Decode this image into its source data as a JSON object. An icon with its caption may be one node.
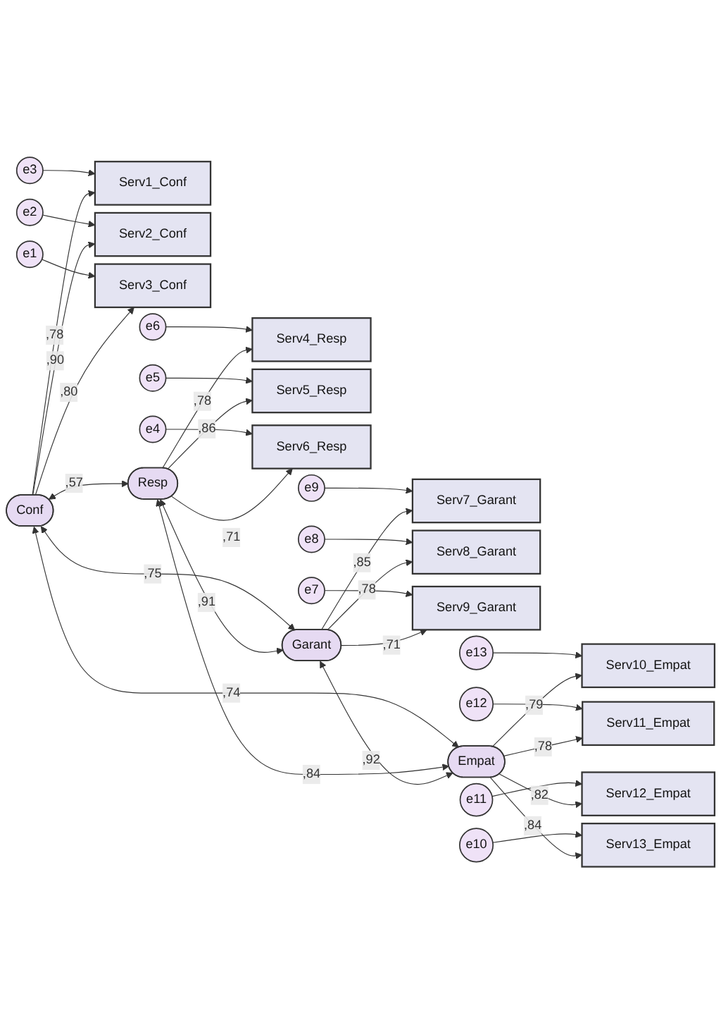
{
  "diagram": {
    "nodes": [
      {
        "text": [
          "Conf"
        ]
      },
      {
        "text": [
          "e3"
        ]
      },
      {
        "text": [
          "Serv1_Conf"
        ]
      },
      {
        "text": [
          "e2"
        ]
      },
      {
        "text": [
          "Serv2_Conf"
        ]
      },
      {
        "text": [
          "e1"
        ]
      },
      {
        "text": [
          "Serv3_Conf"
        ]
      },
      {
        "text": [
          "Resp"
        ]
      },
      {
        "text": [
          "e6"
        ]
      },
      {
        "text": [
          "Serv4_Resp"
        ]
      },
      {
        "text": [
          "e5"
        ]
      },
      {
        "text": [
          "Serv5_Resp"
        ]
      },
      {
        "text": [
          "e4"
        ]
      },
      {
        "text": [
          "Serv6_Resp"
        ]
      },
      {
        "text": [
          "Garant"
        ]
      },
      {
        "text": [
          "e9"
        ]
      },
      {
        "text": [
          "Serv7_Garant"
        ]
      },
      {
        "text": [
          "e8"
        ]
      },
      {
        "text": [
          "Serv8_Garant"
        ]
      },
      {
        "text": [
          "e7"
        ]
      },
      {
        "text": [
          "Serv9_Garant"
        ]
      },
      {
        "text": [
          "Empat"
        ]
      },
      {
        "text": [
          "e13"
        ]
      },
      {
        "text": [
          "Serv10_Empat"
        ]
      },
      {
        "text": [
          "e12"
        ]
      },
      {
        "text": [
          "Serv11_Empat"
        ]
      },
      {
        "text": [
          "e11"
        ]
      },
      {
        "text": [
          "Serv12_Empat"
        ]
      },
      {
        "text": [
          "e10"
        ]
      },
      {
        "text": [
          "Serv13_Empat"
        ]
      }
    ],
    "edges": [
      {
        "from": 1,
        "to": 2,
        "arrow": "to"
      },
      {
        "from": 3,
        "to": 4,
        "arrow": "to"
      },
      {
        "from": 5,
        "to": 6,
        "arrow": "to"
      },
      {
        "from": 0,
        "to": 2,
        "arrow": "to",
        "label": ",78"
      },
      {
        "from": 0,
        "to": 4,
        "arrow": "to",
        "label": ",90"
      },
      {
        "from": 0,
        "to": 6,
        "arrow": "to",
        "label": ",80"
      },
      {
        "from": 8,
        "to": 9,
        "arrow": "to"
      },
      {
        "from": 10,
        "to": 11,
        "arrow": "to"
      },
      {
        "from": 12,
        "to": 13,
        "arrow": "to"
      },
      {
        "from": 7,
        "to": 9,
        "arrow": "to",
        "label": ",78"
      },
      {
        "from": 7,
        "to": 11,
        "arrow": "to",
        "label": ",86"
      },
      {
        "from": 7,
        "to": 13,
        "arrow": "to",
        "label": ",71"
      },
      {
        "from": 15,
        "to": 16,
        "arrow": "to"
      },
      {
        "from": 17,
        "to": 18,
        "arrow": "to"
      },
      {
        "from": 19,
        "to": 20,
        "arrow": "to"
      },
      {
        "from": 14,
        "to": 16,
        "arrow": "to",
        "label": ",85"
      },
      {
        "from": 14,
        "to": 18,
        "arrow": "to",
        "label": ",78"
      },
      {
        "from": 14,
        "to": 20,
        "arrow": "to",
        "label": ",71"
      },
      {
        "from": 22,
        "to": 23,
        "arrow": "to"
      },
      {
        "from": 24,
        "to": 25,
        "arrow": "to"
      },
      {
        "from": 26,
        "to": 27,
        "arrow": "to"
      },
      {
        "from": 28,
        "to": 29,
        "arrow": "to"
      },
      {
        "from": 21,
        "to": 23,
        "arrow": "to",
        "label": ",79"
      },
      {
        "from": 21,
        "to": 25,
        "arrow": "to",
        "label": ",78"
      },
      {
        "from": 21,
        "to": 27,
        "arrow": "to",
        "label": ",82"
      },
      {
        "from": 21,
        "to": 29,
        "arrow": "to",
        "label": ",84"
      },
      {
        "from": 0,
        "to": 7,
        "arrow": "both",
        "label": ",57"
      },
      {
        "from": 0,
        "to": 14,
        "arrow": "both",
        "label": ",75"
      },
      {
        "from": 0,
        "to": 21,
        "arrow": "both",
        "label": ",74"
      },
      {
        "from": 7,
        "to": 14,
        "arrow": "both",
        "label": ",91"
      },
      {
        "from": 7,
        "to": 21,
        "arrow": "both",
        "label": ",84"
      },
      {
        "from": 14,
        "to": 21,
        "arrow": "both",
        "label": ",92"
      }
    ]
  }
}
